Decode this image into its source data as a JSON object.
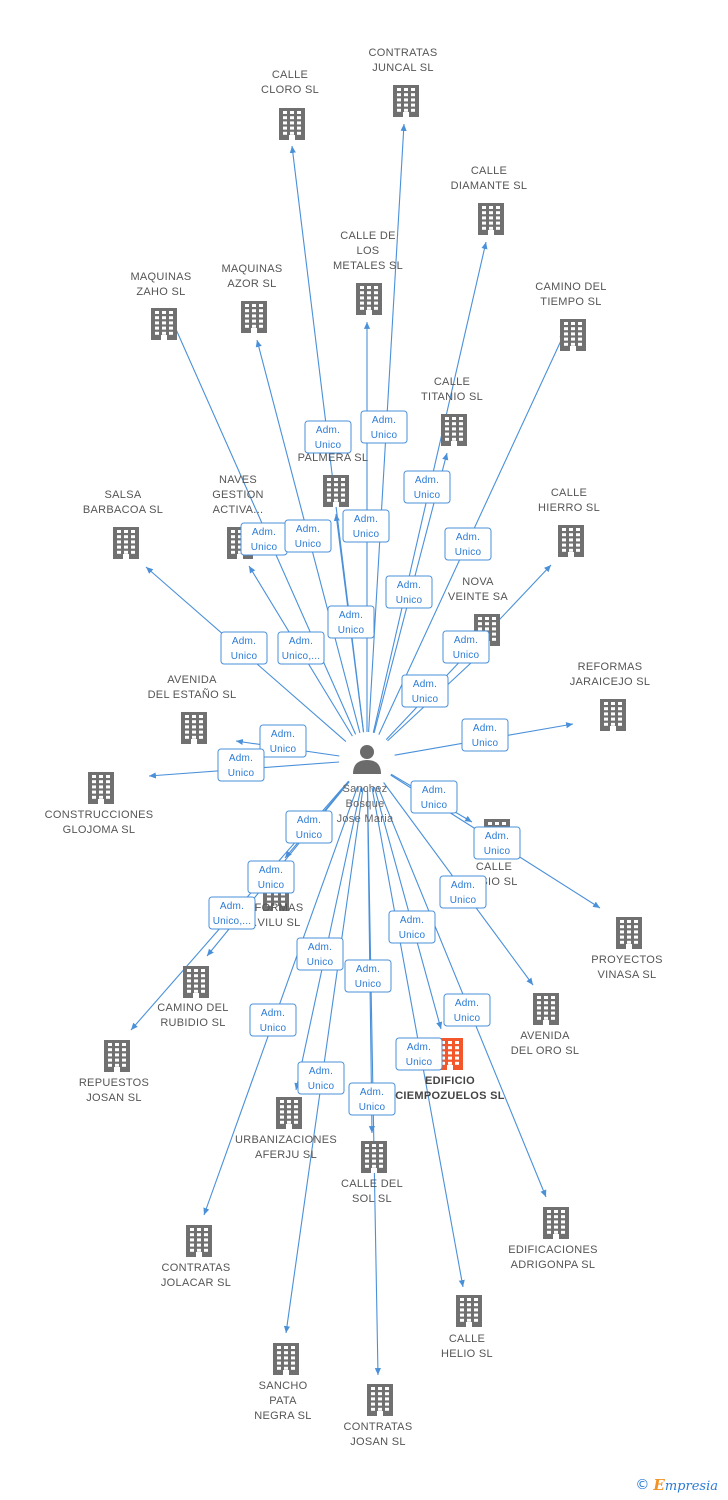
{
  "person": {
    "name_lines": [
      "Sanchez",
      "Bosque",
      "Jose Maria"
    ],
    "icon": "person-icon"
  },
  "companies": [
    {
      "id": "calle-cloro",
      "label_lines": [
        "CALLE",
        "CLORO SL"
      ]
    },
    {
      "id": "contratas-juncal",
      "label_lines": [
        "CONTRATAS",
        "JUNCAL SL"
      ]
    },
    {
      "id": "calle-diamante",
      "label_lines": [
        "CALLE",
        "DIAMANTE SL"
      ]
    },
    {
      "id": "calle-de-los-metales",
      "label_lines": [
        "CALLE DE",
        "LOS",
        "METALES SL"
      ]
    },
    {
      "id": "maquinas-zaho",
      "label_lines": [
        "MAQUINAS",
        "ZAHO SL"
      ]
    },
    {
      "id": "maquinas-azor",
      "label_lines": [
        "MAQUINAS",
        "AZOR SL"
      ]
    },
    {
      "id": "camino-del-tiempo",
      "label_lines": [
        "CAMINO DEL",
        "TIEMPO SL"
      ]
    },
    {
      "id": "calle-titanio",
      "label_lines": [
        "CALLE",
        "TITANIO SL"
      ]
    },
    {
      "id": "palmera",
      "label_lines": [
        "...O",
        "PALMERA SL"
      ]
    },
    {
      "id": "salsa-barbacoa",
      "label_lines": [
        "SALSA",
        "BARBACOA SL"
      ]
    },
    {
      "id": "naves-gestion",
      "label_lines": [
        "NAVES",
        "GESTION",
        "ACTIVA..."
      ]
    },
    {
      "id": "calle-hierro",
      "label_lines": [
        "CALLE",
        "HIERRO SL"
      ]
    },
    {
      "id": "nova-veinte",
      "label_lines": [
        "NOVA",
        "VEINTE SA"
      ]
    },
    {
      "id": "reformas-jaraicejo",
      "label_lines": [
        "REFORMAS",
        "JARAICEJO SL"
      ]
    },
    {
      "id": "avenida-del-estano",
      "label_lines": [
        "AVENIDA",
        "DEL ESTAÑO SL"
      ]
    },
    {
      "id": "construcciones-glojoma",
      "label_lines": [
        "CONSTRUCCIONES",
        "GLOJOMA SL"
      ]
    },
    {
      "id": "calle-sio",
      "label_lines": [
        "CALLE",
        "...SIO SL"
      ]
    },
    {
      "id": "proyectos-vinasa",
      "label_lines": [
        "PROYECTOS",
        "VINASA SL"
      ]
    },
    {
      "id": "reformas-vilu",
      "label_lines": [
        "...FORMAS",
        "...VILU SL"
      ]
    },
    {
      "id": "camino-del-rubidio",
      "label_lines": [
        "CAMINO DEL",
        "RUBIDIO SL"
      ]
    },
    {
      "id": "avenida-del-oro",
      "label_lines": [
        "AVENIDA",
        "DEL ORO SL"
      ]
    },
    {
      "id": "repuestos-josan",
      "label_lines": [
        "REPUESTOS",
        "JOSAN SL"
      ]
    },
    {
      "id": "edificio-ciempozuelos",
      "label_lines": [
        "EDIFICIO",
        "CIEMPOZUELOS SL"
      ],
      "highlight": true
    },
    {
      "id": "urbanizaciones-aferju",
      "label_lines": [
        "URBANIZACIONES",
        "AFERJU SL"
      ]
    },
    {
      "id": "calle-del-sol",
      "label_lines": [
        "CALLE DEL",
        "SOL SL"
      ]
    },
    {
      "id": "edificaciones-adrigonpa",
      "label_lines": [
        "EDIFICACIONES",
        "ADRIGONPA SL"
      ]
    },
    {
      "id": "contratas-jolacar",
      "label_lines": [
        "CONTRATAS",
        "JOLACAR SL"
      ]
    },
    {
      "id": "calle-helio",
      "label_lines": [
        "CALLE",
        "HELIO SL"
      ]
    },
    {
      "id": "sancho-pata-negra",
      "label_lines": [
        "SANCHO",
        "PATA",
        "NEGRA SL"
      ]
    },
    {
      "id": "contratas-josan",
      "label_lines": [
        "CONTRATAS",
        "JOSAN SL"
      ]
    }
  ],
  "edges": [
    {
      "target": "calle-cloro",
      "label_lines": [
        "Adm.",
        "Unico"
      ]
    },
    {
      "target": "contratas-juncal",
      "label_lines": [
        "Adm.",
        "Unico"
      ]
    },
    {
      "target": "calle-diamante",
      "label_lines": [
        "Adm.",
        "Unico"
      ]
    },
    {
      "target": "calle-de-los-metales",
      "label_lines": [
        "Adm.",
        "Unico"
      ]
    },
    {
      "target": "maquinas-zaho",
      "label_lines": [
        "Adm.",
        "Unico"
      ]
    },
    {
      "target": "maquinas-azor",
      "label_lines": [
        "Adm.",
        "Unico"
      ]
    },
    {
      "target": "camino-del-tiempo",
      "label_lines": [
        "Adm.",
        "Unico"
      ]
    },
    {
      "target": "calle-titanio",
      "label_lines": [
        "Adm.",
        "Unico"
      ]
    },
    {
      "target": "palmera",
      "label_lines": [
        "Adm.",
        "Unico"
      ]
    },
    {
      "target": "salsa-barbacoa",
      "label_lines": [
        "Adm.",
        "Unico"
      ]
    },
    {
      "target": "naves-gestion",
      "label_lines": [
        "Adm.",
        "Unico,..."
      ]
    },
    {
      "target": "calle-hierro",
      "label_lines": [
        "Adm.",
        "Unico"
      ]
    },
    {
      "target": "nova-veinte",
      "label_lines": [
        "Adm.",
        "Unico"
      ]
    },
    {
      "target": "reformas-jaraicejo",
      "label_lines": [
        "Adm.",
        "Unico"
      ]
    },
    {
      "target": "avenida-del-estano",
      "label_lines": [
        "Adm.",
        "Unico"
      ]
    },
    {
      "target": "construcciones-glojoma",
      "label_lines": [
        "Adm.",
        "Unico"
      ]
    },
    {
      "target": "calle-sio",
      "label_lines": [
        "Adm.",
        "Unico"
      ]
    },
    {
      "target": "proyectos-vinasa",
      "label_lines": [
        "Adm.",
        "Unico"
      ]
    },
    {
      "target": "reformas-vilu",
      "label_lines": [
        "Adm.",
        "Unico"
      ]
    },
    {
      "target": "camino-del-rubidio",
      "label_lines": [
        "Adm.",
        "Unico,..."
      ]
    },
    {
      "target": "avenida-del-oro",
      "label_lines": [
        "Adm.",
        "Unico"
      ]
    },
    {
      "target": "repuestos-josan",
      "label_lines": [
        "Adm.",
        "Unico"
      ]
    },
    {
      "target": "edificio-ciempozuelos",
      "label_lines": [
        "Adm.",
        "Unico"
      ]
    },
    {
      "target": "urbanizaciones-aferju",
      "label_lines": [
        "Adm.",
        "Unico"
      ]
    },
    {
      "target": "calle-del-sol",
      "label_lines": [
        "Adm.",
        "Unico"
      ]
    },
    {
      "target": "edificaciones-adrigonpa",
      "label_lines": [
        "Adm.",
        "Unico"
      ]
    },
    {
      "target": "contratas-jolacar",
      "label_lines": [
        "Adm.",
        "Unico"
      ]
    },
    {
      "target": "calle-helio",
      "label_lines": [
        "Adm.",
        "Unico"
      ]
    },
    {
      "target": "sancho-pata-negra",
      "label_lines": [
        "Adm.",
        "Unico"
      ]
    },
    {
      "target": "contratas-josan",
      "label_lines": [
        "Adm.",
        "Unico"
      ]
    }
  ],
  "footer": {
    "copyright_symbol": "©",
    "brand_initial": "E",
    "brand_rest": "mpresia"
  },
  "colors": {
    "edge": "#4a90d9",
    "edge_label_border": "#4a90d9",
    "edge_label_text": "#2b7bd6",
    "building": "#707070",
    "building_highlight": "#f2562a",
    "person": "#6b6b6b"
  }
}
